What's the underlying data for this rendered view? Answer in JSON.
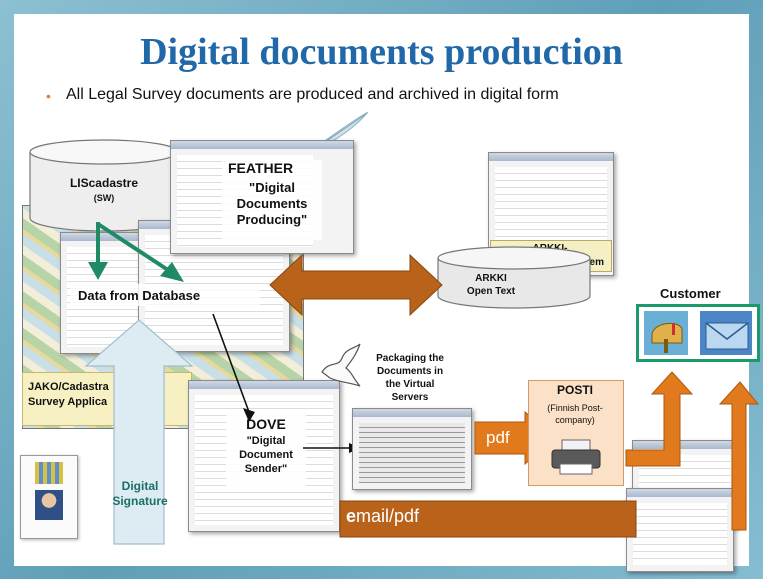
{
  "title": "Digital documents production",
  "bullet": "All Legal Survey documents are produced and archived in digital form",
  "liscadastre": {
    "name": "LIScadastre",
    "sub": "(SW)"
  },
  "feather": {
    "name": "FEATHER",
    "desc": "\"Digital Documents Producing\""
  },
  "arkki_system": {
    "name": "ARKKI-",
    "desc": "Digital Archive System"
  },
  "arkki_db": {
    "name": "ARKKI",
    "desc": "Open Text"
  },
  "data_from_database": "Data from Database",
  "jako": {
    "line1": "JAKO/Cadastra",
    "line2": "Survey Applica"
  },
  "digital_signature": {
    "line1": "Digital",
    "line2": "Signature"
  },
  "dove": {
    "name": "DOVE",
    "desc": "\"Digital Document Sender\""
  },
  "packaging": {
    "line1": "Packaging the",
    "line2": "Documents in",
    "line3": "the Virtual",
    "line4": "Servers"
  },
  "pdf": "pdf",
  "posti": {
    "name": "POSTI",
    "desc": "(Finnish Post-company)"
  },
  "letter": "Letter",
  "email": {
    "first": "e",
    "rest": "mail/pdf"
  },
  "customer": "Customer",
  "colors": {
    "title": "#2068a8",
    "orange_arrow": "#e07a1c",
    "brown_arrow": "#b8621a",
    "green_arrow": "#1f8a63",
    "customer_border": "#1d9a6c"
  }
}
